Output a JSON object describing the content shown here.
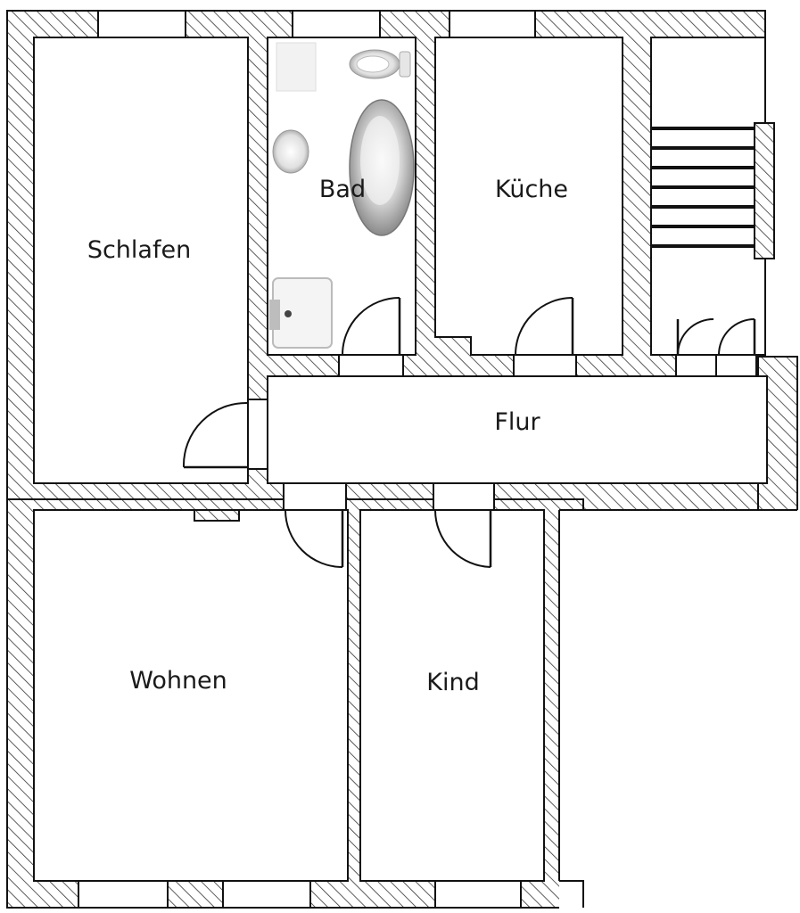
{
  "floor_plan": {
    "rooms": {
      "schlafen": "Schlafen",
      "bad": "Bad",
      "kueche": "Küche",
      "flur": "Flur",
      "wohnen": "Wohnen",
      "kind": "Kind"
    },
    "colors": {
      "wall_outline": "#111111",
      "hatch_line": "#333333",
      "room_fill": "#ffffff",
      "fixture_grey": "#b8b8b8"
    }
  }
}
